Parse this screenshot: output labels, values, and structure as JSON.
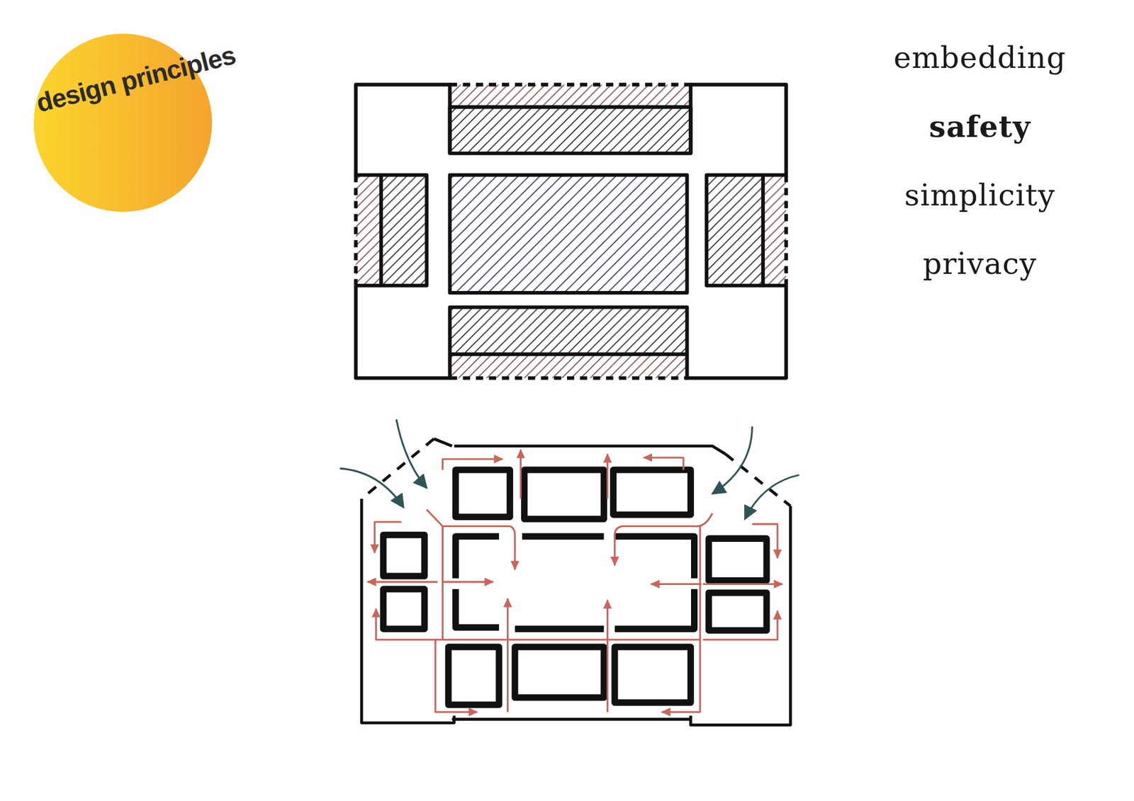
{
  "diagram": {
    "nodes": [
      {
        "text": [
          "design principles"
        ]
      }
    ],
    "labels": [
      "embedding",
      "safety",
      "simplicity",
      "privacy"
    ]
  }
}
